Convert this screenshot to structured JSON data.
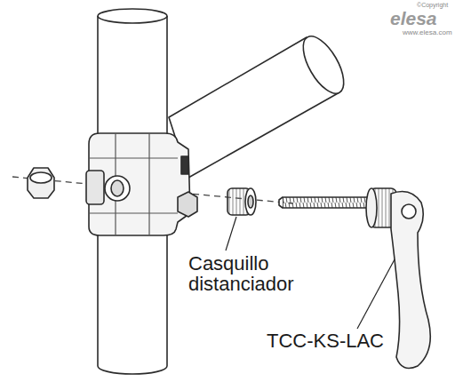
{
  "diagram": {
    "labels": [
      "©Copyright",
      "elesa",
      "www.elesa.com",
      "Casquillo distanciador",
      "TCC-KS-LAC"
    ]
  }
}
